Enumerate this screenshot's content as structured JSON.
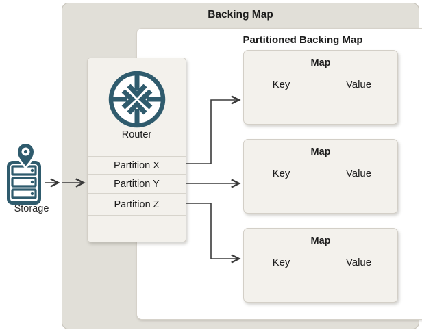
{
  "outer_box_title": "Backing Map",
  "inner_box_title": "Partitioned Backing Map",
  "storage": {
    "label": "Storage",
    "icon": "server-location-pin-icon"
  },
  "router": {
    "label": "Router",
    "icon": "router-crossing-arrows-icon",
    "partitions": [
      "Partition X",
      "Partition Y",
      "Partition Z"
    ]
  },
  "maps": [
    {
      "title": "Map",
      "key_header": "Key",
      "value_header": "Value"
    },
    {
      "title": "Map",
      "key_header": "Key",
      "value_header": "Value"
    },
    {
      "title": "Map",
      "key_header": "Key",
      "value_header": "Value"
    }
  ],
  "colors": {
    "accent_teal": "#2f5b6d",
    "outer_box_fill": "#e1dfd8",
    "inner_box_fill": "#ffffff",
    "node_fill": "#f3f1ec",
    "arrow": "#3a3a3a"
  }
}
